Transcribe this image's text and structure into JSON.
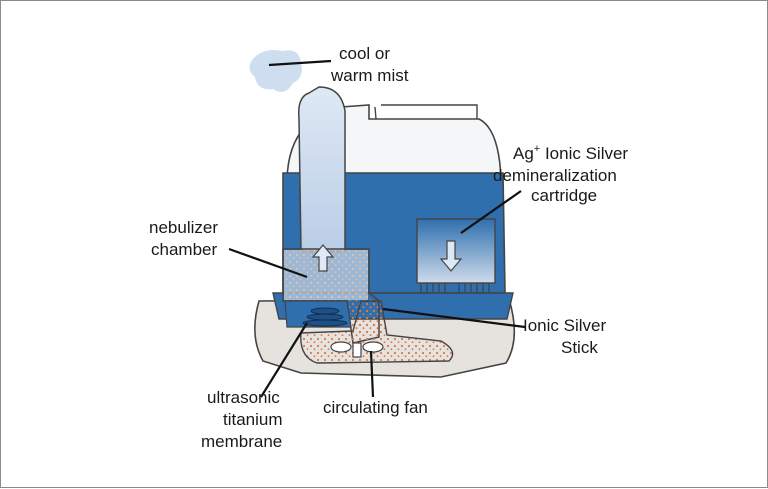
{
  "labels": {
    "mist": [
      "cool or",
      "warm mist"
    ],
    "cartridge": {
      "ag": "Ag",
      "sup": "+",
      "line1_rest": " Ionic Silver",
      "line2": "demineralization",
      "line3": "cartridge"
    },
    "nebulizer": [
      "nebulizer",
      "chamber"
    ],
    "stick": [
      "Ionic Silver",
      "Stick"
    ],
    "membrane": [
      "ultrasonic",
      "titanium",
      "membrane"
    ],
    "fan": "circulating fan"
  },
  "colors": {
    "water": "#2f6fae",
    "water_light": "#6d9bc8",
    "mist": "#c9daee",
    "housing": "#f4f6f8",
    "base": "#e6e3df",
    "dots": "#d77a4c",
    "outline": "#444444"
  }
}
